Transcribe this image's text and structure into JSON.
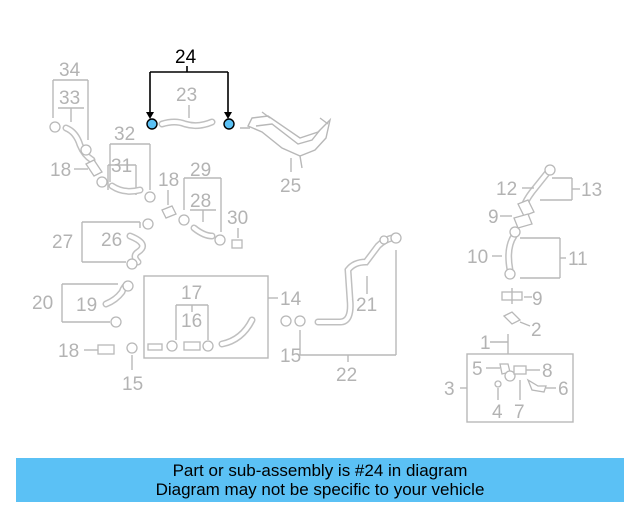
{
  "highlight_color": "#5bc1f5",
  "callouts": {
    "c34": "34",
    "c33": "33",
    "c24": "24",
    "c23": "23",
    "c32": "32",
    "c18a": "18",
    "c31": "31",
    "c25": "25",
    "c29": "29",
    "c18b": "18",
    "c28": "28",
    "c30": "30",
    "c27": "27",
    "c26": "26",
    "c20": "20",
    "c19": "19",
    "c17": "17",
    "c16": "16",
    "c14": "14",
    "c18c": "18",
    "c15a": "15",
    "c15b": "15",
    "c21": "21",
    "c22": "22",
    "c12": "12",
    "c13": "13",
    "c9a": "9",
    "c10": "10",
    "c11": "11",
    "c9b": "9",
    "c1": "1",
    "c2": "2",
    "c5": "5",
    "c8": "8",
    "c3": "3",
    "c6": "6",
    "c4": "4",
    "c7": "7"
  },
  "banner": {
    "line1": "Part or sub-assembly is #24 in diagram",
    "line2": "Diagram may not be specific to your vehicle"
  }
}
